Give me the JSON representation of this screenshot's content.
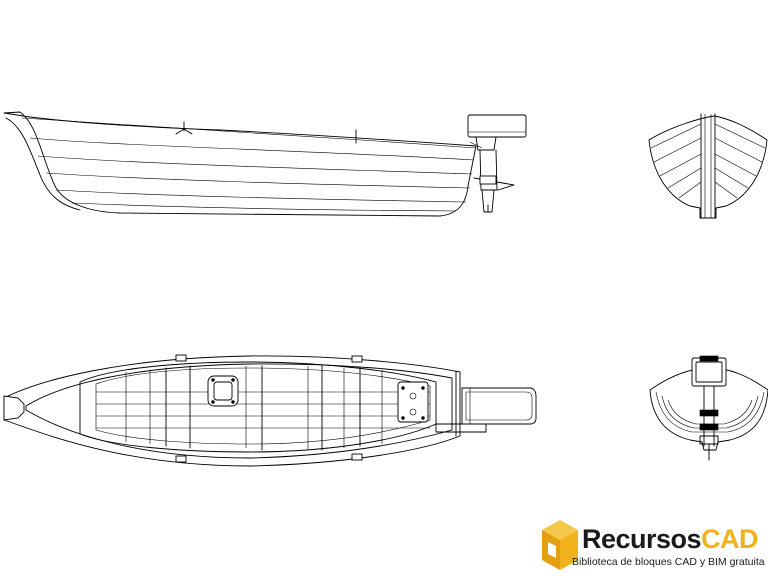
{
  "drawing": {
    "views": [
      "side-view",
      "bow-view",
      "top-view",
      "stern-view"
    ]
  },
  "watermark": {
    "brand_part1": "Recursos",
    "brand_part2": "CAD",
    "tagline": "Biblioteca de bloques CAD y BIM gratuita",
    "colors": {
      "accent": "#f2b21c",
      "dark": "#1a1a1a"
    }
  }
}
